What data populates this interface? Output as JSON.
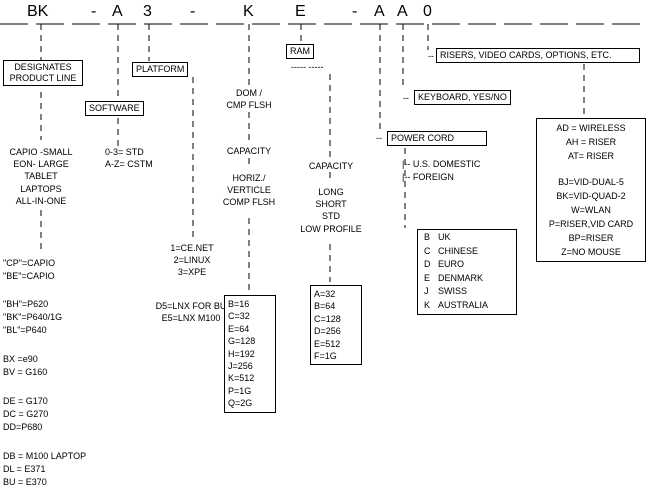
{
  "header": {
    "codes": [
      "BK",
      "-",
      "A",
      "3",
      "-",
      "K",
      "E",
      "-",
      "A",
      "A",
      "0"
    ]
  },
  "labels": {
    "designates": [
      "DESIGNATES",
      "PRODUCT LINE"
    ],
    "software": "SOFTWARE",
    "platform": "PLATFORM",
    "dom": [
      "DOM /",
      "CMP FLSH"
    ],
    "ram": "RAM",
    "risers": "RISERS, VIDEO CARDS, OPTIONS, ETC.",
    "keyboard": "KEYBOARD, YES/NO",
    "power_cord": "POWER CORD"
  },
  "product_line": {
    "types": [
      "CAPIO -SMALL",
      "EON- LARGE",
      "TABLET",
      "LAPTOPS",
      "ALL-IN-ONE"
    ],
    "codes": [
      "\"CP\"=CAPIO",
      "\"BE\"=CAPIO",
      "\"BH\"=P620",
      "\"BK\"=P640/1G",
      "\"BL\"=P640",
      "BX =e90",
      "BV = G160",
      "DE = G170",
      "DC = G270",
      "DD=P680",
      "DB = M100 LAPTOP",
      "DL = E371",
      "BU = E370"
    ]
  },
  "software": {
    "items": [
      "0-3=  STD",
      "A-Z=  CSTM"
    ]
  },
  "platform": {
    "items": [
      "1=CE.NET",
      "2=LINUX",
      "3=XPE",
      "D5=LNX FOR BU",
      "E5=LNX M100"
    ]
  },
  "dom": {
    "items": [
      "CAPACITY",
      "HORIZ./",
      "VERTICLE",
      "COMP FLSH"
    ],
    "capacity_table": [
      "B=16",
      "C=32",
      "E=64",
      "G=128",
      "H=192",
      "J=256",
      "K=512",
      "P=1G",
      "Q=2G"
    ]
  },
  "ram": {
    "dashes": "----- -----",
    "items": [
      "CAPACITY",
      "LONG",
      "SHORT",
      "STD",
      "LOW PROFILE"
    ],
    "capacity_table": [
      "A=32",
      "B=64",
      "C=128",
      "D=256",
      "E=512",
      "F=1G"
    ]
  },
  "power_cord": {
    "us": "|-- U.S. DOMESTIC",
    "foreign": "|-- FOREIGN",
    "countries": [
      {
        "code": "B",
        "name": "UK"
      },
      {
        "code": "C",
        "name": "CHINESE"
      },
      {
        "code": "D",
        "name": "EURO"
      },
      {
        "code": "E",
        "name": "DENMARK"
      },
      {
        "code": "J",
        "name": "SWISS"
      },
      {
        "code": "K",
        "name": "AUSTRALIA"
      }
    ]
  },
  "options": {
    "items": [
      "AD = WIRELESS",
      "AH = RISER",
      "AT= RISER",
      "BJ=VID-DUAL-5",
      "BK=VID-QUAD-2",
      "W=WLAN",
      "P=RISER,VID CARD",
      "BP=RISER",
      "Z=NO MOUSE"
    ]
  }
}
